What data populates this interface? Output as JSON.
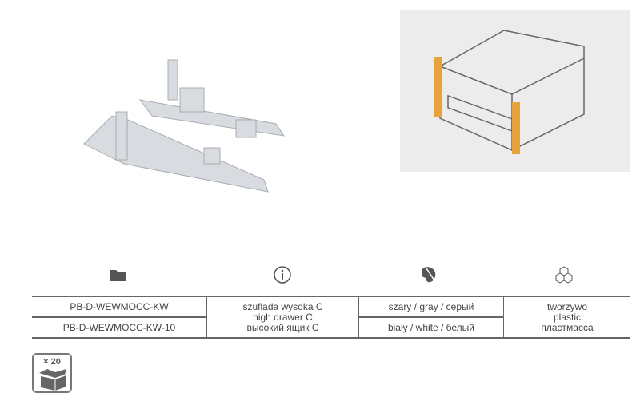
{
  "icons": [
    "folder-icon",
    "info-icon",
    "palette-icon",
    "cubes-icon"
  ],
  "table": {
    "codes": [
      "PB-D-WEWMOCC-KW",
      "PB-D-WEWMOCC-KW-10"
    ],
    "description": [
      "szuflada wysoka C",
      "high drawer C",
      "высокий ящик C"
    ],
    "colors": [
      "szary / gray / серый",
      "biały / white / белый"
    ],
    "material": [
      "tworzywo",
      "plastic",
      "пластмасса"
    ]
  },
  "package": {
    "quantity": "× 20"
  },
  "colors": {
    "accent": "#e8a33d",
    "border": "#666666",
    "image_bg": "#ececec"
  }
}
